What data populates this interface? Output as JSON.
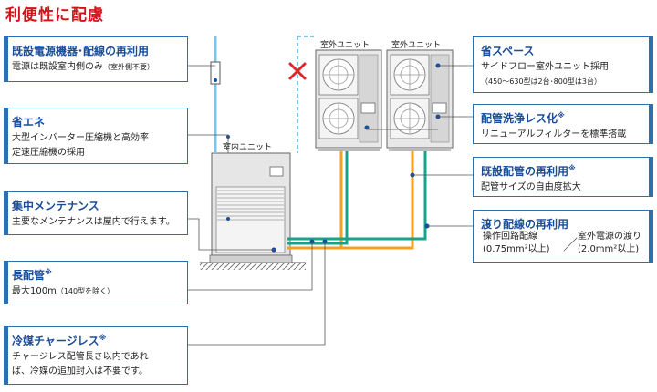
{
  "title": "利便性に配慮",
  "labels": {
    "outdoor_unit_1": "室外ユニット",
    "outdoor_unit_2": "室外ユニット",
    "indoor_unit": "室内ユニット"
  },
  "left_boxes": [
    {
      "id": "power",
      "head": "既設電源機器･配線の再利用",
      "sup": "",
      "lines": [
        "電源は既設室内側のみ"
      ],
      "note": "（室外側不要）"
    },
    {
      "id": "energy",
      "head": "省エネ",
      "sup": "",
      "lines": [
        "大型インバーター圧縮機と高効率",
        "定速圧縮機の採用"
      ],
      "note": ""
    },
    {
      "id": "maintenance",
      "head": "集中メンテナンス",
      "sup": "",
      "lines": [
        "主要なメンテナンスは屋内で行えます。"
      ],
      "note": ""
    },
    {
      "id": "longpipe",
      "head": "長配管",
      "sup": "※",
      "lines": [
        "最大100m"
      ],
      "note": "（140型を除く）"
    },
    {
      "id": "chargeless",
      "head": "冷媒チャージレス",
      "sup": "※",
      "lines": [
        "チャージレス配管長さ以内であれ",
        "ば、冷媒の追加封入は不要です。"
      ],
      "note": ""
    }
  ],
  "right_boxes": [
    {
      "id": "space",
      "head": "省スペース",
      "sup": "",
      "lines": [
        "サイドフロー室外ユニット採用",
        "（450～630型は2台･800型は3台）"
      ]
    },
    {
      "id": "washless",
      "head": "配管洗浄レス化",
      "sup": "※",
      "lines": [
        "リニューアルフィルターを標準搭載"
      ]
    },
    {
      "id": "reusepipe",
      "head": "既設配管の再利用",
      "sup": "※",
      "lines": [
        "配管サイズの自由度拡大"
      ]
    },
    {
      "id": "crosswire",
      "head": "渡り配線の再利用",
      "sup": "",
      "lines": []
    }
  ],
  "crosswire_detail": {
    "op_line1": "操作回路配線",
    "op_line2": "(0.75mm²以上)",
    "slash": "／",
    "pw_line1": "室外電源の渡り",
    "pw_line2": "(2.0mm²以上)"
  },
  "colors": {
    "accent_red": "#d3121a",
    "border_blue": "#2d6fb3",
    "head_blue": "#1a4d99",
    "pipe_orange": "#f5a020",
    "pipe_green": "#1aa38b",
    "wire_light_blue": "#7ec3e8",
    "cross_mark": "#e0262c"
  }
}
